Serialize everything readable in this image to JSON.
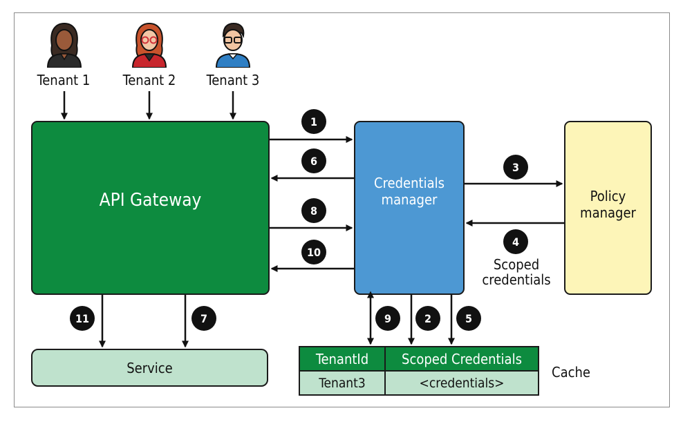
{
  "tenants": [
    {
      "label": "Tenant 1",
      "icon": "woman-user-icon"
    },
    {
      "label": "Tenant 2",
      "icon": "woman-glasses-user-icon"
    },
    {
      "label": "Tenant 3",
      "icon": "man-glasses-user-icon"
    }
  ],
  "gateway": {
    "label": "API Gateway"
  },
  "credentials_manager": {
    "label_line1": "Credentials",
    "label_line2": "manager"
  },
  "policy_manager": {
    "label_line1": "Policy",
    "label_line2": "manager"
  },
  "service": {
    "label": "Service"
  },
  "steps": [
    "1",
    "2",
    "3",
    "4",
    "5",
    "6",
    "7",
    "8",
    "9",
    "10",
    "11"
  ],
  "scoped_label": {
    "line1": "Scoped",
    "line2": "credentials"
  },
  "cache": {
    "label": "Cache",
    "headers": [
      "TenantId",
      "Scoped Credentials"
    ],
    "row": [
      "Tenant3",
      "<credentials>"
    ]
  },
  "colors": {
    "gateway": "#0d8b3f",
    "credentials_manager": "#4d98d3",
    "policy_manager": "#fdf5b8",
    "service": "#bfe2cd",
    "table_header": "#0d8b3f",
    "table_cell": "#bfe2cd"
  }
}
